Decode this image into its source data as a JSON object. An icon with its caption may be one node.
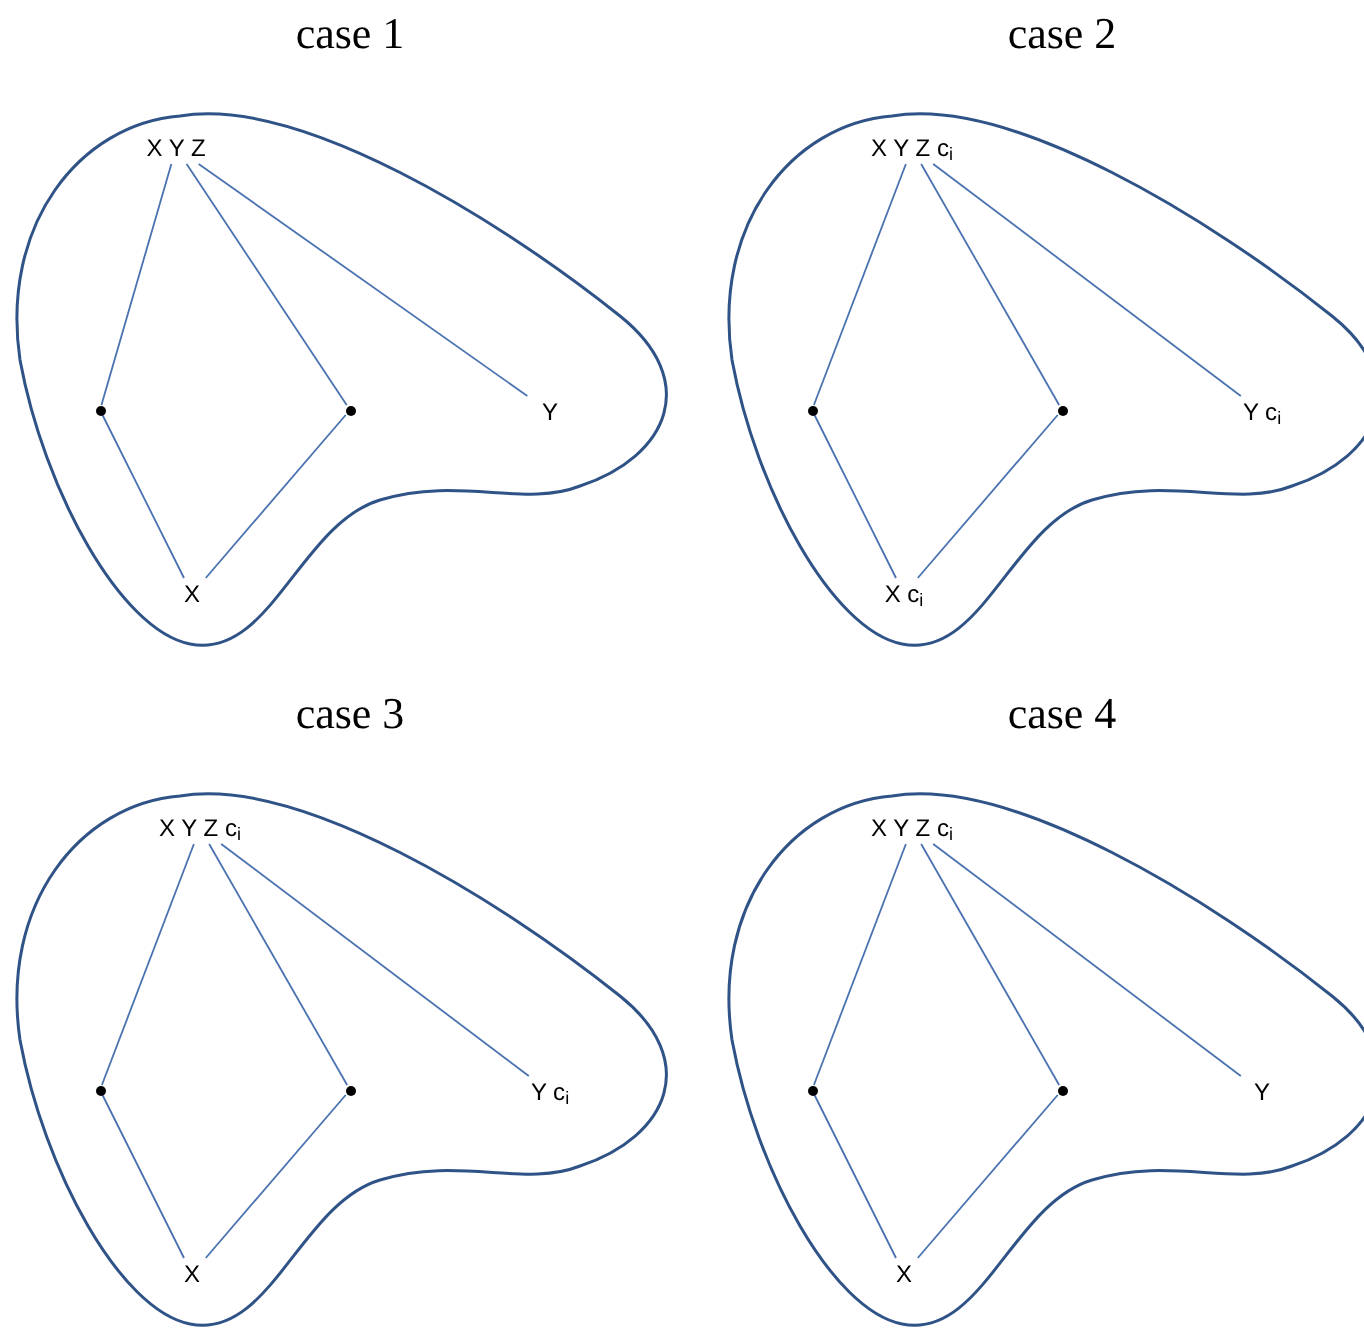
{
  "diagram": {
    "nodes": [
      {
        "text": [
          "case 1"
        ]
      },
      {
        "text": [
          "X Y Z"
        ],
        "in": 0
      },
      {
        "text": [],
        "shape": "circle",
        "in": 0
      },
      {
        "text": [],
        "shape": "circle",
        "in": 0
      },
      {
        "text": [
          "Y"
        ],
        "in": 0
      },
      {
        "text": [
          "X"
        ],
        "in": 0
      },
      {
        "text": [
          "case 2"
        ]
      },
      {
        "text": [
          "X Y Z c$_{i}$"
        ],
        "in": 6
      },
      {
        "text": [],
        "shape": "circle",
        "in": 6
      },
      {
        "text": [],
        "shape": "circle",
        "in": 6
      },
      {
        "text": [
          "Y c$_{i}$"
        ],
        "in": 6
      },
      {
        "text": [
          "X c$_{i}$"
        ],
        "in": 6
      },
      {
        "text": [
          "case 3"
        ]
      },
      {
        "text": [
          "X Y Z c$_{i}$"
        ],
        "in": 12
      },
      {
        "text": [],
        "shape": "circle",
        "in": 12
      },
      {
        "text": [],
        "shape": "circle",
        "in": 12
      },
      {
        "text": [
          "Y c$_{i}$"
        ],
        "in": 12
      },
      {
        "text": [
          "X"
        ],
        "in": 12
      },
      {
        "text": [
          "case 4"
        ]
      },
      {
        "text": [
          "X Y Z c$_{i}$"
        ],
        "in": 18
      },
      {
        "text": [],
        "shape": "circle",
        "in": 18
      },
      {
        "text": [],
        "shape": "circle",
        "in": 18
      },
      {
        "text": [
          "Y"
        ],
        "in": 18
      },
      {
        "text": [
          "X"
        ],
        "in": 18
      }
    ],
    "edges": [
      {
        "from": 1,
        "to": 2,
        "arrow": "none"
      },
      {
        "from": 1,
        "to": 3,
        "arrow": "none"
      },
      {
        "from": 1,
        "to": 4,
        "arrow": "none"
      },
      {
        "from": 2,
        "to": 5,
        "arrow": "none"
      },
      {
        "from": 3,
        "to": 5,
        "arrow": "none"
      },
      {
        "from": 7,
        "to": 8,
        "arrow": "none"
      },
      {
        "from": 7,
        "to": 9,
        "arrow": "none"
      },
      {
        "from": 7,
        "to": 10,
        "arrow": "none"
      },
      {
        "from": 8,
        "to": 11,
        "arrow": "none"
      },
      {
        "from": 9,
        "to": 11,
        "arrow": "none"
      },
      {
        "from": 13,
        "to": 14,
        "arrow": "none"
      },
      {
        "from": 13,
        "to": 15,
        "arrow": "none"
      },
      {
        "from": 13,
        "to": 16,
        "arrow": "none"
      },
      {
        "from": 14,
        "to": 17,
        "arrow": "none"
      },
      {
        "from": 15,
        "to": 17,
        "arrow": "none"
      },
      {
        "from": 19,
        "to": 20,
        "arrow": "none"
      },
      {
        "from": 19,
        "to": 21,
        "arrow": "none"
      },
      {
        "from": 19,
        "to": 22,
        "arrow": "none"
      },
      {
        "from": 20,
        "to": 23,
        "arrow": "none"
      },
      {
        "from": 21,
        "to": 23,
        "arrow": "none"
      }
    ]
  }
}
